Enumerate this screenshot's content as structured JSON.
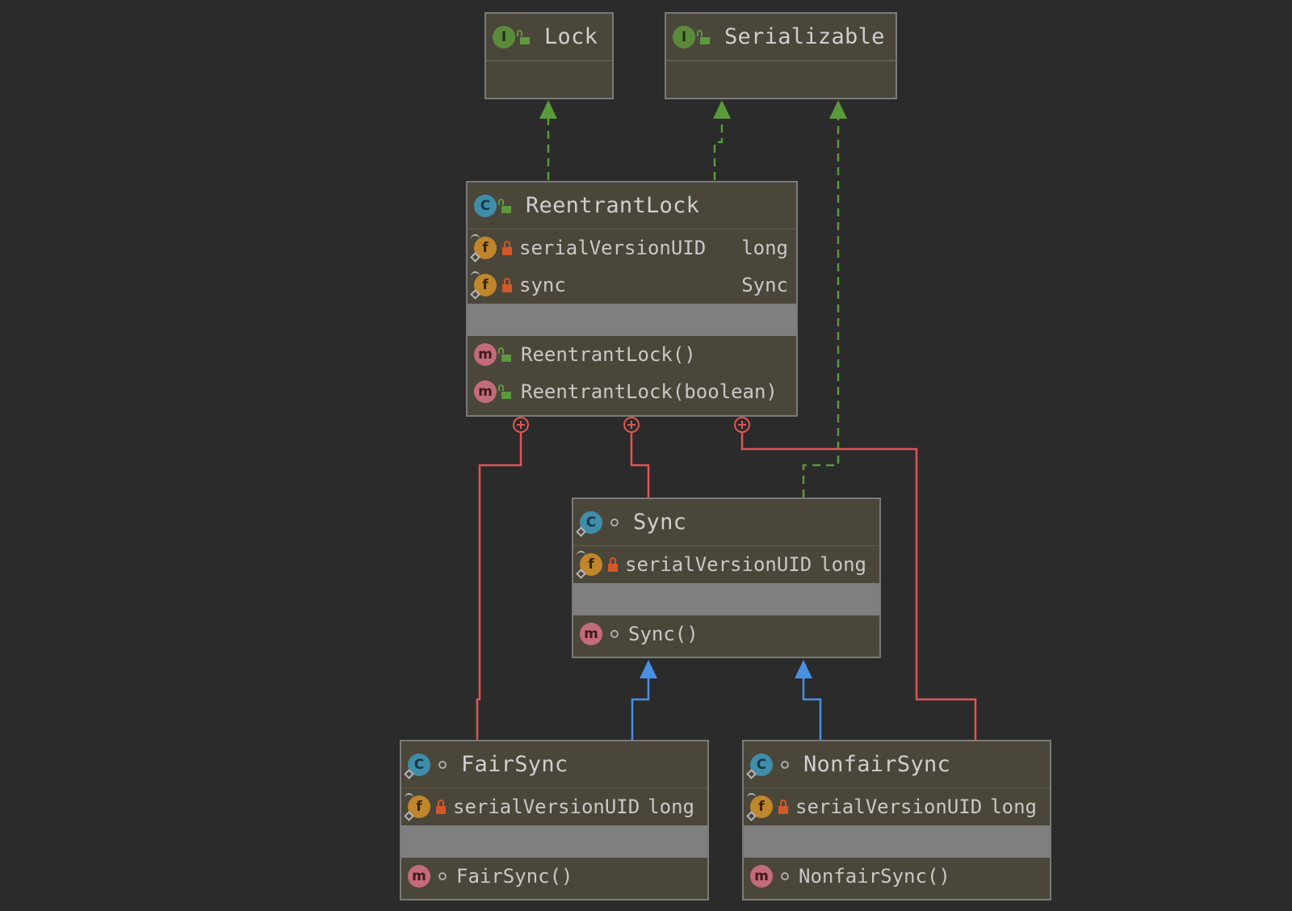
{
  "nodes": {
    "lock": {
      "kind": "interface",
      "name": "Lock"
    },
    "serializable": {
      "kind": "interface",
      "name": "Serializable"
    },
    "reentrantlock": {
      "kind": "class",
      "name": "ReentrantLock",
      "fields": [
        {
          "name": "serialVersionUID",
          "type": "long"
        },
        {
          "name": "sync",
          "type": "Sync"
        }
      ],
      "methods": [
        "ReentrantLock()",
        "ReentrantLock(boolean)"
      ]
    },
    "sync": {
      "kind": "abstract class",
      "name": "Sync",
      "fields": [
        {
          "name": "serialVersionUID",
          "type": "long"
        }
      ],
      "methods": [
        "Sync()"
      ]
    },
    "fairsync": {
      "kind": "class",
      "name": "FairSync",
      "fields": [
        {
          "name": "serialVersionUID",
          "type": "long"
        }
      ],
      "methods": [
        "FairSync()"
      ]
    },
    "nonfairsync": {
      "kind": "class",
      "name": "NonfairSync",
      "fields": [
        {
          "name": "serialVersionUID",
          "type": "long"
        }
      ],
      "methods": [
        "NonfairSync()"
      ]
    }
  },
  "badges": {
    "interface": "I",
    "class": "C",
    "field": "f",
    "method": "m"
  },
  "edges": [
    {
      "from": "reentrantlock",
      "to": "lock",
      "type": "implements"
    },
    {
      "from": "reentrantlock",
      "to": "serializable",
      "type": "implements"
    },
    {
      "from": "sync",
      "to": "serializable",
      "type": "implements"
    },
    {
      "from": "fairsync",
      "to": "sync",
      "type": "extends"
    },
    {
      "from": "nonfairsync",
      "to": "sync",
      "type": "extends"
    },
    {
      "from": "reentrantlock",
      "to": "sync",
      "type": "inner-class"
    },
    {
      "from": "reentrantlock",
      "to": "fairsync",
      "type": "inner-class"
    },
    {
      "from": "reentrantlock",
      "to": "nonfairsync",
      "type": "inner-class"
    }
  ],
  "colors": {
    "background": "#2b2b2b",
    "node_fill": "#4b463a",
    "node_border": "#7a7a7a",
    "implements": "#5b9a3a",
    "extends": "#4a90e2",
    "inner": "#e05555"
  }
}
